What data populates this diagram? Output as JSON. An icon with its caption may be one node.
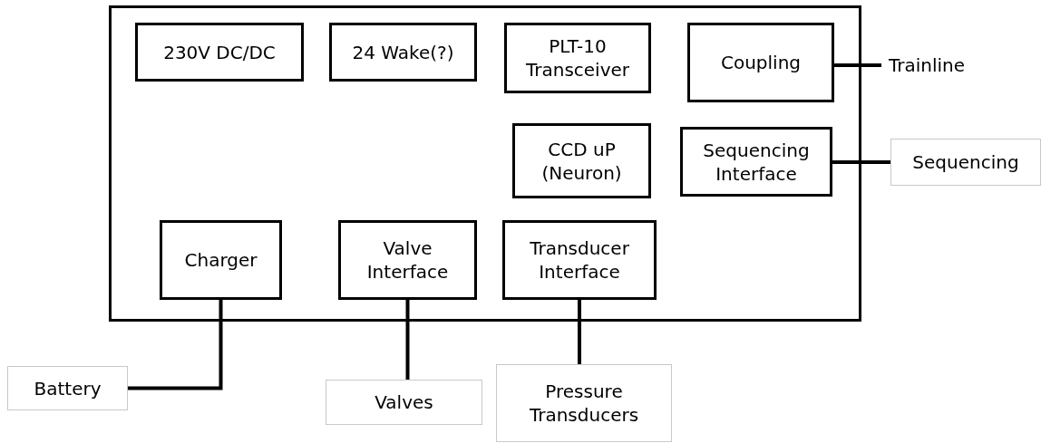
{
  "diagram": {
    "nodes": [
      {
        "text": [],
        "shape": "box"
      },
      {
        "text": [
          "230V DC/DC"
        ],
        "in": 0
      },
      {
        "text": [
          "24 Wake(?)"
        ],
        "in": 0
      },
      {
        "text": [
          "PLT-10 Transceiver"
        ],
        "in": 0
      },
      {
        "text": [
          "Coupling"
        ],
        "in": 0
      },
      {
        "text": [
          "CCD uP (Neuron)"
        ],
        "in": 0
      },
      {
        "text": [
          "Sequencing Interface"
        ],
        "in": 0
      },
      {
        "text": [
          "Charger"
        ],
        "in": 0
      },
      {
        "text": [
          "Valve Interface"
        ],
        "in": 0
      },
      {
        "text": [
          "Transducer Interface"
        ],
        "in": 0
      },
      {
        "text": [
          "Trainline"
        ]
      },
      {
        "text": [
          "Sequencing"
        ]
      },
      {
        "text": [
          "Battery"
        ]
      },
      {
        "text": [
          "Valves"
        ]
      },
      {
        "text": [
          "Pressure Transducers"
        ]
      }
    ],
    "edges": [
      {
        "from": 4,
        "to": 10,
        "arrow": "none"
      },
      {
        "from": 6,
        "to": 11,
        "arrow": "none"
      },
      {
        "from": 7,
        "to": 12,
        "arrow": "none"
      },
      {
        "from": 8,
        "to": 13,
        "arrow": "none"
      },
      {
        "from": 9,
        "to": 14,
        "arrow": "none"
      }
    ]
  }
}
